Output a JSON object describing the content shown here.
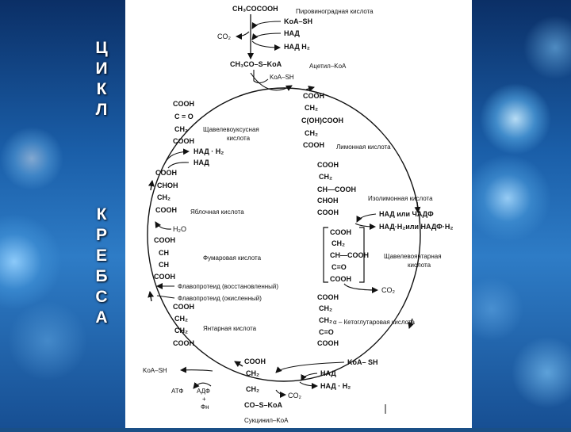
{
  "side_title": {
    "word1": [
      "Ц",
      "И",
      "К",
      "Л"
    ],
    "word2": [
      "К",
      "Р",
      "Е",
      "Б",
      "С",
      "А"
    ]
  },
  "diagram": {
    "pyruvate": {
      "formula": "CH₃COCOOH",
      "name": "Пировиноградная кислота"
    },
    "step1": {
      "in1": "KoA–SH",
      "co2": "CO₂",
      "nad": "НАД",
      "nadh2": "НАД  H₂"
    },
    "acetyl": {
      "formula": "CH₃CO–S–KoA",
      "name": "Ацетил–KoA",
      "koa": "KoA–SH"
    },
    "citrate": {
      "l1": "COOH",
      "l2": "CH₂",
      "l3": "C(OH)COOH",
      "l4": "CH₂",
      "l5": "COOH",
      "name": "Лимонная кислота"
    },
    "isocitrate": {
      "l1": "COOH",
      "l2": "CH₂",
      "l3": "CH—COOH",
      "l4": "CHOH",
      "l5": "COOH",
      "name": "Изолимонная кислота"
    },
    "step_iso": {
      "in": "НАД или ЧАДФ",
      "out": "НАД·H₂или НАДФ·H₂"
    },
    "oxalosuccinate": {
      "l1": "COOH",
      "l2": "CH₂",
      "l3": "CH—COOH",
      "l4": "C=O",
      "l5": "COOH",
      "name1": "Щавелевоянтарная",
      "name2": "кислота",
      "co2": "CO₂"
    },
    "ketoglutarate": {
      "l1": "COOH",
      "l2": "CH₂",
      "l3": "CH₂",
      "l3b": "α – Кетоглутаровая кислота",
      "l4": "C=O",
      "l5": "COOH"
    },
    "step_kg": {
      "koa": "KoA– SH",
      "nad": "НАД",
      "nadh2": "НАД · H₂"
    },
    "succinylcoa": {
      "l1": "COOH",
      "l2": "CH₂",
      "l3": "CH₂",
      "l4": "CO–S–KoA",
      "co2": "CO₂",
      "name": "Сукцинил–KoA"
    },
    "step_sc": {
      "koa": "KoA–SH",
      "atf": "АТФ",
      "adf": "АДФ",
      "plus": "+",
      "fn": "Фн"
    },
    "succinate": {
      "l1": "COOH",
      "l2": "CH₂",
      "l3": "CH₂",
      "l4": "COOH",
      "name": "Янтарная кислота"
    },
    "step_succ": {
      "f_red": "Флавопротеид (восстановленный)",
      "f_ox": "Флавопротеид (окисленный)"
    },
    "fumarate": {
      "l1": "COOH",
      "l2": "CH",
      "l3": "CH",
      "l4": "COOH",
      "name": "Фумаровая кислота",
      "h2o": "H₂O"
    },
    "malate": {
      "l1": "COOH",
      "l2": "CHOH",
      "l3": "CH₂",
      "l4": "COOH",
      "name": "Яблочная кислота"
    },
    "step_mal": {
      "nadh2": "НАД · H₂",
      "nad": "НАД"
    },
    "oxaloacetate": {
      "l1": "COOH",
      "l2": "C = O",
      "l3": "CH₂",
      "l4": "COOH",
      "name1": "Щавелевоуксусная",
      "name2": "кислота"
    }
  }
}
